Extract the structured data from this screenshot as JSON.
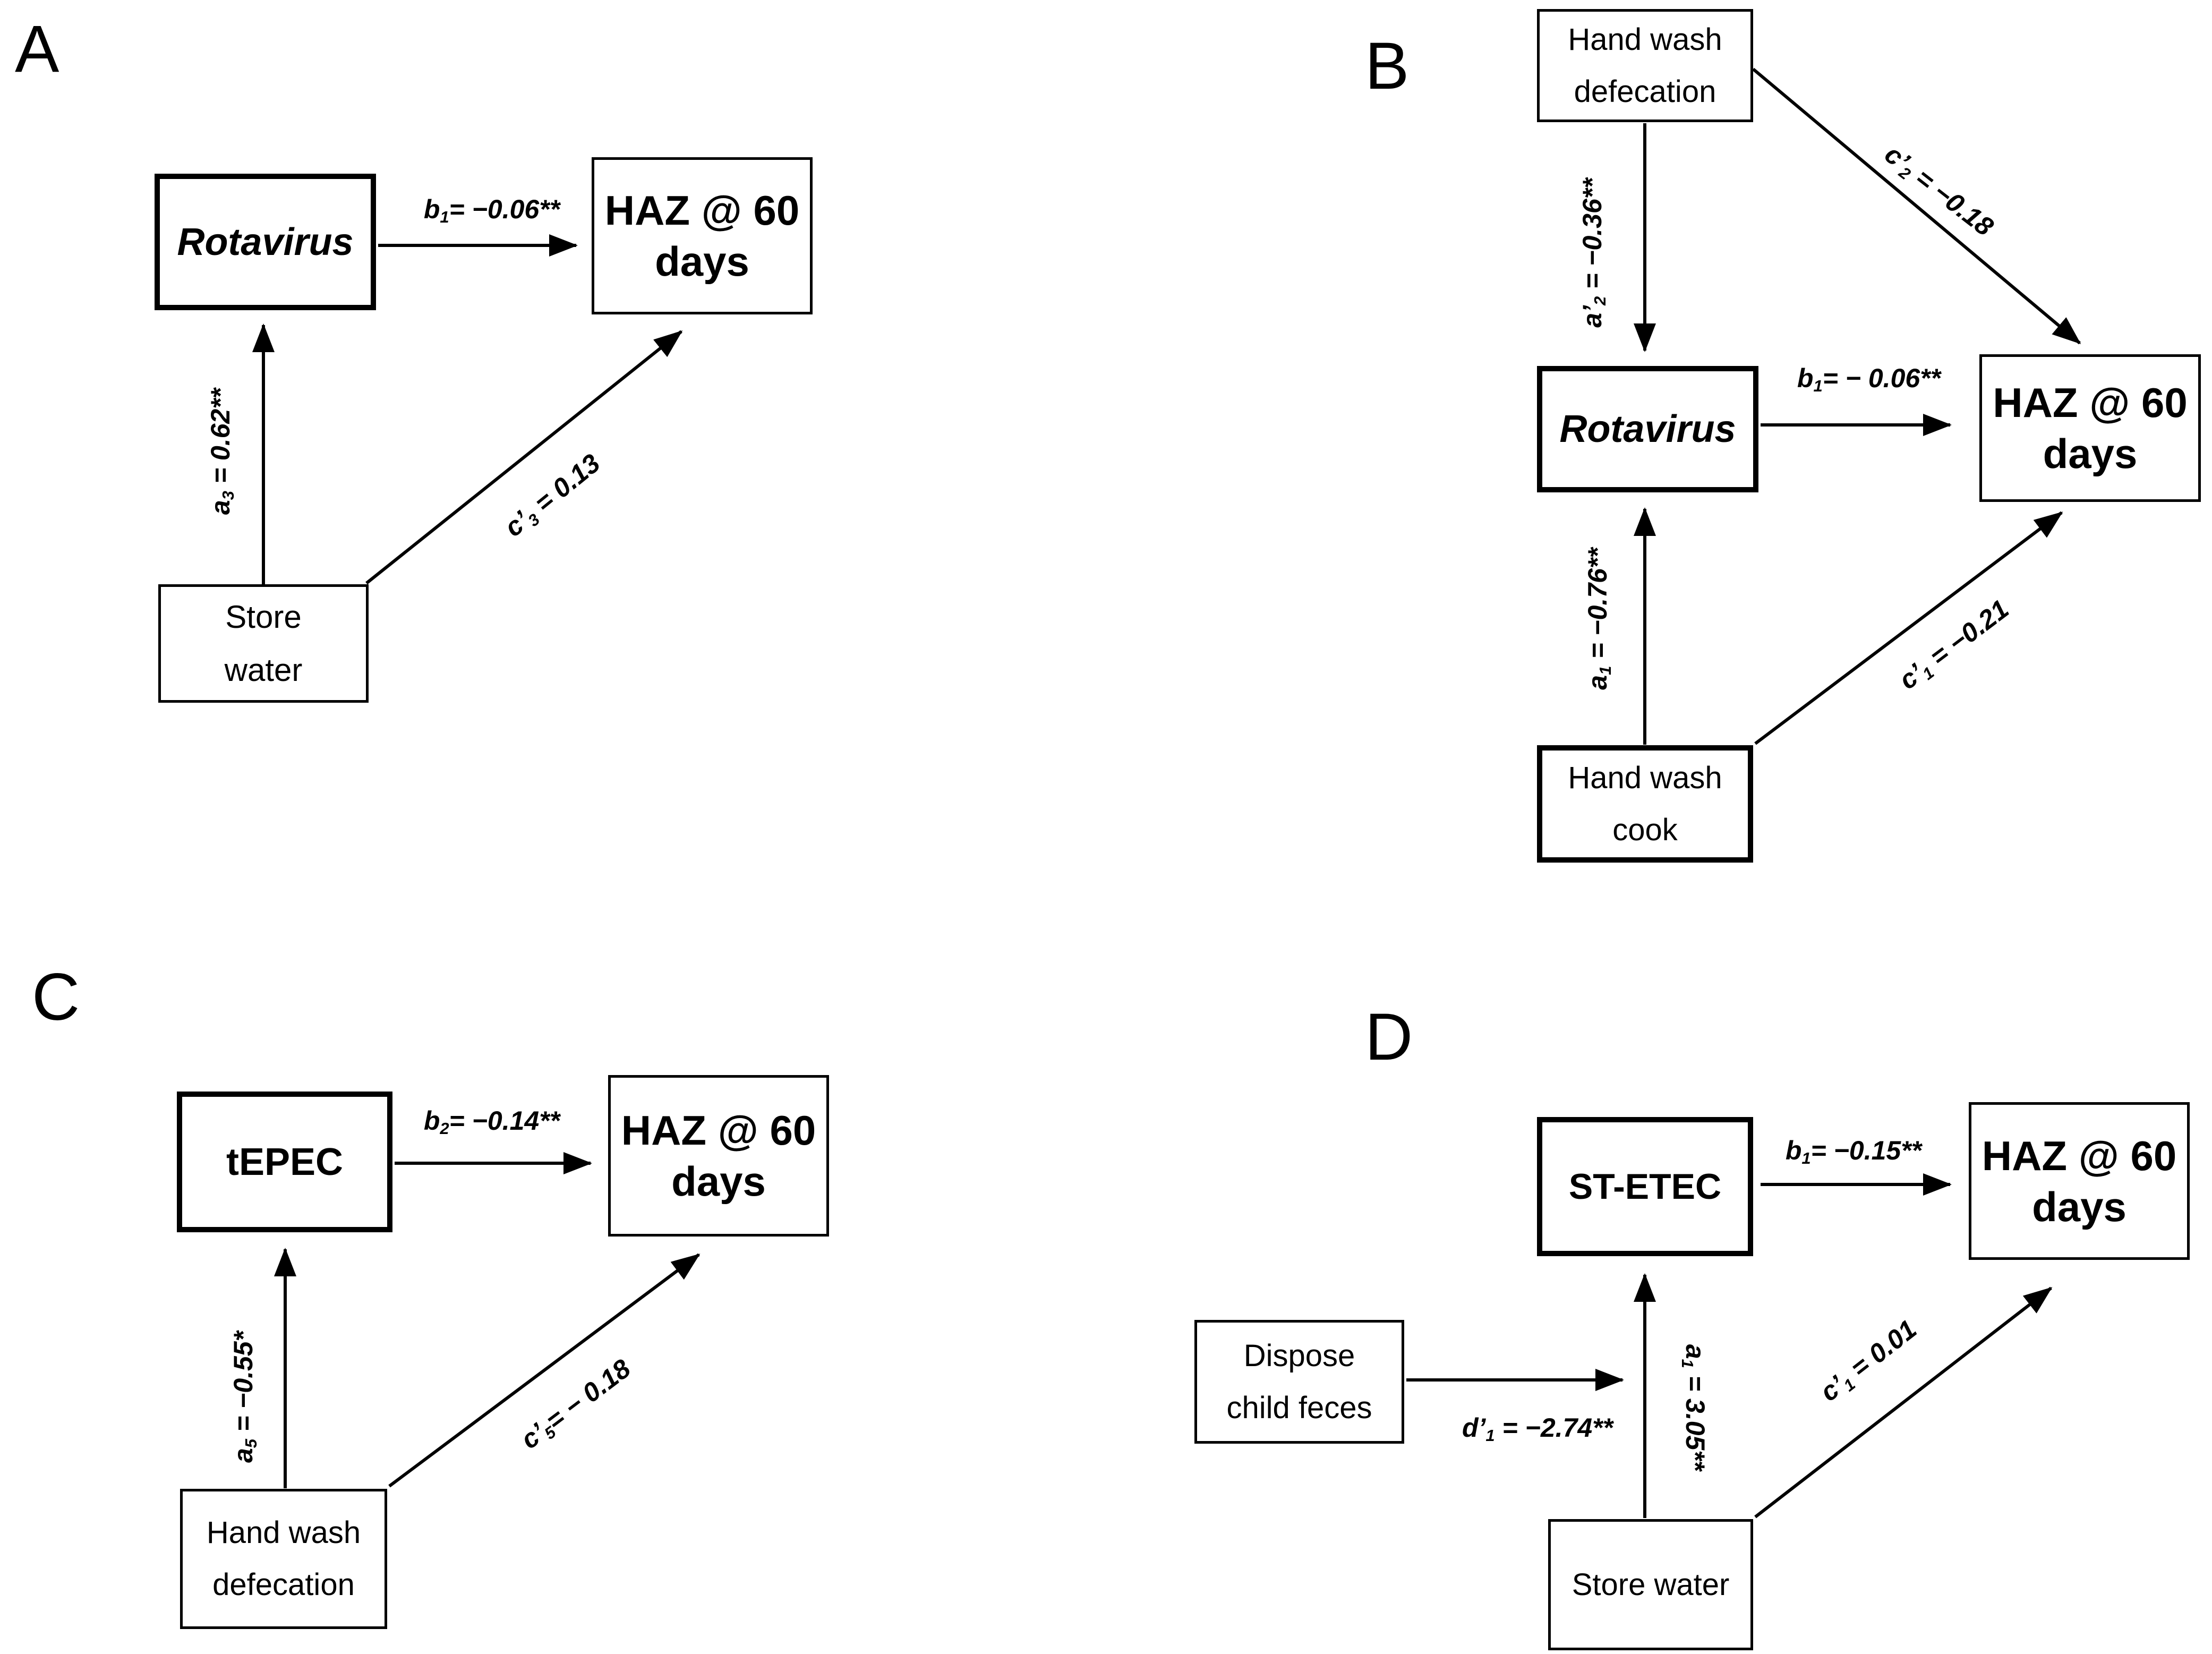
{
  "colors": {
    "foreground": "#000000",
    "background": "#ffffff"
  },
  "panels": [
    {
      "id": "A",
      "label": "A",
      "boxes": {
        "mediator": "Rotavirus",
        "outcome": [
          "HAZ @ 60",
          "days"
        ],
        "exposure": [
          "Store",
          "water"
        ]
      },
      "paths": {
        "b": {
          "base": "b",
          "sub": "1",
          "rest": "= −0.06**"
        },
        "a": {
          "base": "a",
          "sub": "3",
          "rest": " = 0.62**"
        },
        "c": {
          "base": "c’",
          "sub": "3",
          "rest": " = 0.13"
        }
      }
    },
    {
      "id": "B",
      "label": "B",
      "boxes": {
        "top_exposure": [
          "Hand wash",
          "defecation"
        ],
        "mediator": "Rotavirus",
        "outcome": [
          "HAZ @ 60",
          "days"
        ],
        "bottom_exposure": [
          "Hand wash",
          "cook"
        ]
      },
      "paths": {
        "a_top": {
          "base": "a’",
          "sub": "2",
          "rest": " = −0.36**"
        },
        "c_top": {
          "base": "c’",
          "sub": "2",
          "rest": " = −0.18"
        },
        "b": {
          "base": "b",
          "sub": "1",
          "rest": "= − 0.06**"
        },
        "a_bottom": {
          "base": "a",
          "sub": "1",
          "rest": " = −0.76**"
        },
        "c_bottom": {
          "base": "c’",
          "sub": "1",
          "rest": " = −0.21"
        }
      }
    },
    {
      "id": "C",
      "label": "C",
      "boxes": {
        "mediator": "tEPEC",
        "outcome": [
          "HAZ @ 60",
          "days"
        ],
        "exposure": [
          "Hand wash",
          "defecation"
        ]
      },
      "paths": {
        "b": {
          "base": "b",
          "sub": "2",
          "rest": "= −0.14**"
        },
        "a": {
          "base": "a",
          "sub": "5",
          "rest": " = −0.55*"
        },
        "c": {
          "base": "c’",
          "sub": "5",
          "rest": "= − 0.18"
        }
      }
    },
    {
      "id": "D",
      "label": "D",
      "boxes": {
        "mediator": "ST-ETEC",
        "outcome": [
          "HAZ @ 60",
          "days"
        ],
        "left_exposure": [
          "Dispose",
          "child feces"
        ],
        "bottom_exposure": "Store water"
      },
      "paths": {
        "b": {
          "base": "b",
          "sub": "1",
          "rest": "= −0.15**"
        },
        "d": {
          "base": "d’",
          "sub": "1",
          "rest": " = −2.74**"
        },
        "a": {
          "base": "a",
          "sub": "1",
          "rest": " = 3.05**"
        },
        "c": {
          "base": "c’",
          "sub": "1",
          "rest": " = 0.01"
        }
      }
    }
  ]
}
